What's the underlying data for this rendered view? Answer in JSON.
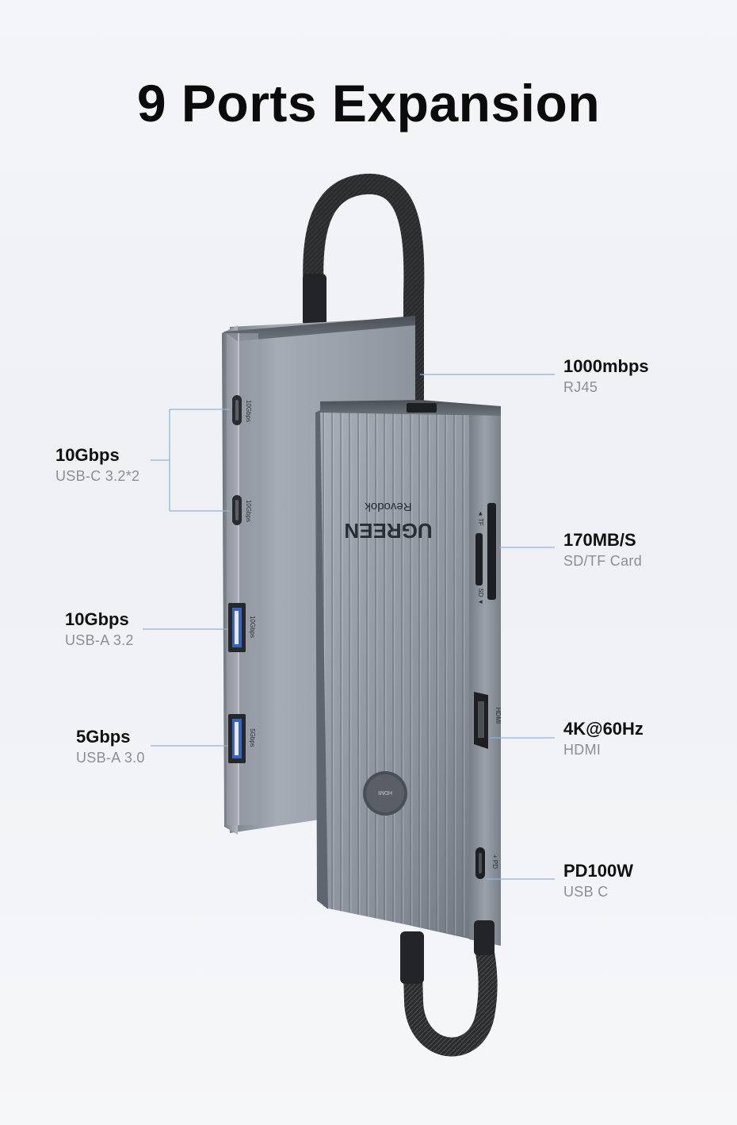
{
  "title": "9 Ports Expansion",
  "brand": {
    "name": "UGREEN",
    "model": "Revodok"
  },
  "port_markings": {
    "usb_c_10g": "10Gbps",
    "usb_a_10g": "10Gbps",
    "usb_a_5g": "5Gbps",
    "tf": "◄ TF",
    "sd": "SD ▼",
    "hdmi": "HDMI",
    "pd": "+ PD",
    "button": "HDMI"
  },
  "features": {
    "usb_c": {
      "main": "10Gbps",
      "sub": "USB-C 3.2*2"
    },
    "usb_a_32": {
      "main": "10Gbps",
      "sub": "USB-A 3.2"
    },
    "usb_a_30": {
      "main": "5Gbps",
      "sub": "USB-A 3.0"
    },
    "rj45": {
      "main": "1000mbps",
      "sub": "RJ45"
    },
    "card": {
      "main": "170MB/S",
      "sub": "SD/TF Card"
    },
    "hdmi": {
      "main": "4K@60Hz",
      "sub": "HDMI"
    },
    "pd": {
      "main": "PD100W",
      "sub": "USB C"
    }
  },
  "colors": {
    "callout_line": "#8fb4dc",
    "body_light": "#9aa1ab",
    "body_dark": "#5d636c",
    "cable": "#2b2c2e"
  }
}
